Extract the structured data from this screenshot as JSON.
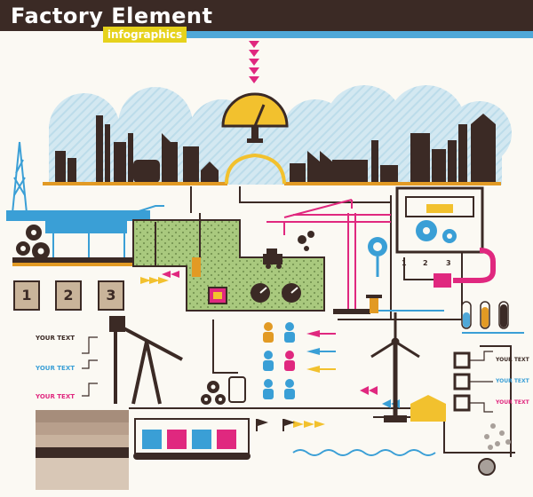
{
  "header": {
    "title": "Factory Element",
    "subtitle": "infographics"
  },
  "steps": [
    "1",
    "2",
    "3"
  ],
  "gears_panel_steps": [
    "1",
    "2",
    "3"
  ],
  "left_legend": [
    "YOUR TEXT",
    "YOUR TEXT",
    "YOUR TEXT"
  ],
  "right_legend": [
    "YOUR TEXT",
    "YOUR TEXT",
    "YOUR TEXT"
  ],
  "colors": {
    "dark_brown": "#3b2a25",
    "blue": "#3a9fd6",
    "pink": "#e0287f",
    "yellow": "#f2c12e",
    "green_field": "#a9c97e",
    "light_blue": "#cfe5ef"
  },
  "icons": [
    "arrow-down-icon",
    "gauge-icon",
    "gear-icon",
    "map-pin-icon",
    "wind-turbine-icon",
    "oil-pump-icon",
    "crane-icon",
    "truck-icon",
    "person-icon",
    "trash-bin-icon",
    "test-tube-icon",
    "flag-icon"
  ]
}
